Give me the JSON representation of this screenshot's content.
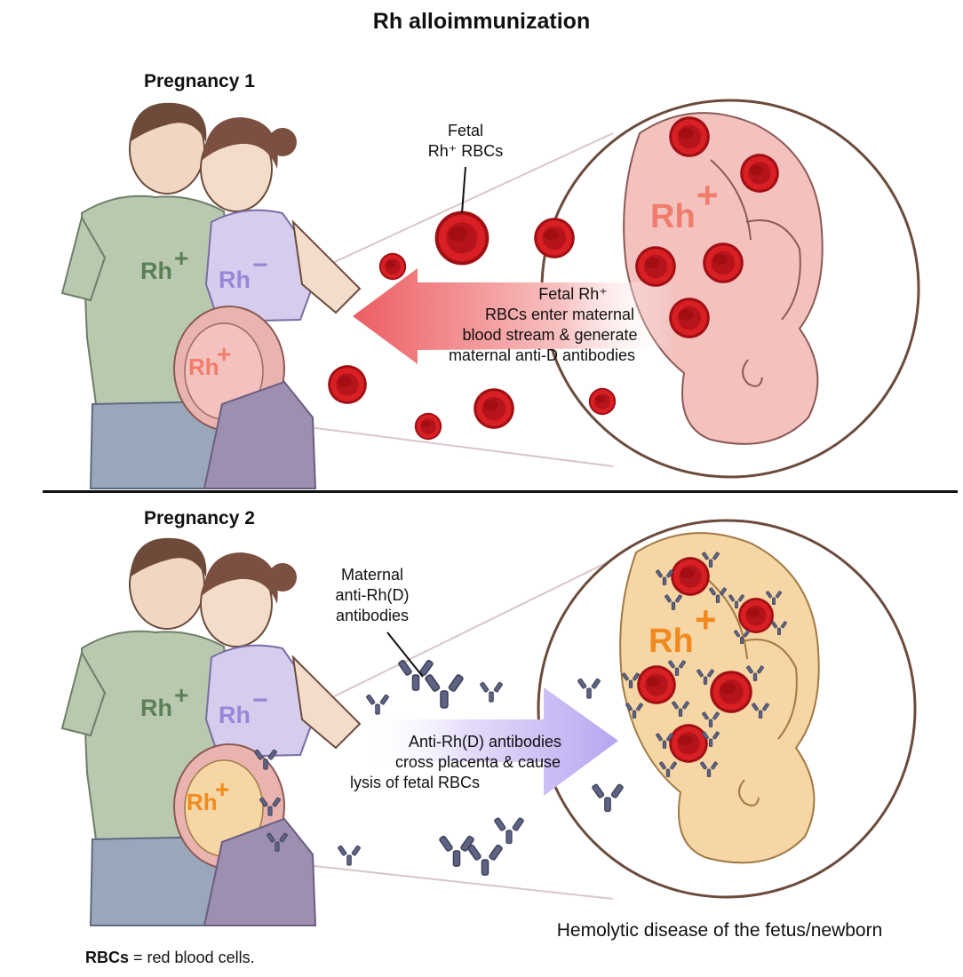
{
  "title": "Rh alloimmunization",
  "panel1": {
    "label": "Pregnancy 1",
    "father_rh": "Rh",
    "father_sign": "+",
    "mother_rh": "Rh",
    "mother_sign": "−",
    "fetus_rh": "Rh",
    "fetus_sign": "+",
    "callout_line1": "Fetal",
    "callout_line2": "Rh⁺ RBCs",
    "arrow_line1": "Fetal Rh⁺",
    "arrow_line2": "RBCs enter maternal",
    "arrow_line3": "blood stream & generate",
    "arrow_line4": "maternal anti-D antibodies",
    "zoom_rh": "Rh",
    "zoom_sign": "+"
  },
  "panel2": {
    "label": "Pregnancy 2",
    "father_rh": "Rh",
    "father_sign": "+",
    "mother_rh": "Rh",
    "mother_sign": "−",
    "fetus_rh": "Rh",
    "fetus_sign": "+",
    "callout_line1": "Maternal",
    "callout_line2": "anti-Rh(D)",
    "callout_line3": "antibodies",
    "arrow_line1": "Anti-Rh(D) antibodies",
    "arrow_line2": "cross placenta & cause",
    "arrow_line3": "lysis of fetal RBCs",
    "zoom_rh": "Rh",
    "zoom_sign": "+",
    "caption": "Hemolytic disease of the fetus/newborn"
  },
  "footnote": {
    "abbr": "RBCs",
    "text": " = red blood cells."
  },
  "colors": {
    "father_shirt": "#b9c9b0",
    "father_rh": "#5b7f57",
    "mother_shirt": "#d6cdee",
    "mother_rh": "#9a86d8",
    "fetus1": "#f3c2bf",
    "fetus1_rh": "#f07d6c",
    "fetus2": "#f6d6a4",
    "fetus2_rh": "#f08a1e",
    "rbc": "#b8141a",
    "antibody": "#5e6384",
    "arrow1": "#ee6f72",
    "arrow2": "#b9a9ec"
  }
}
